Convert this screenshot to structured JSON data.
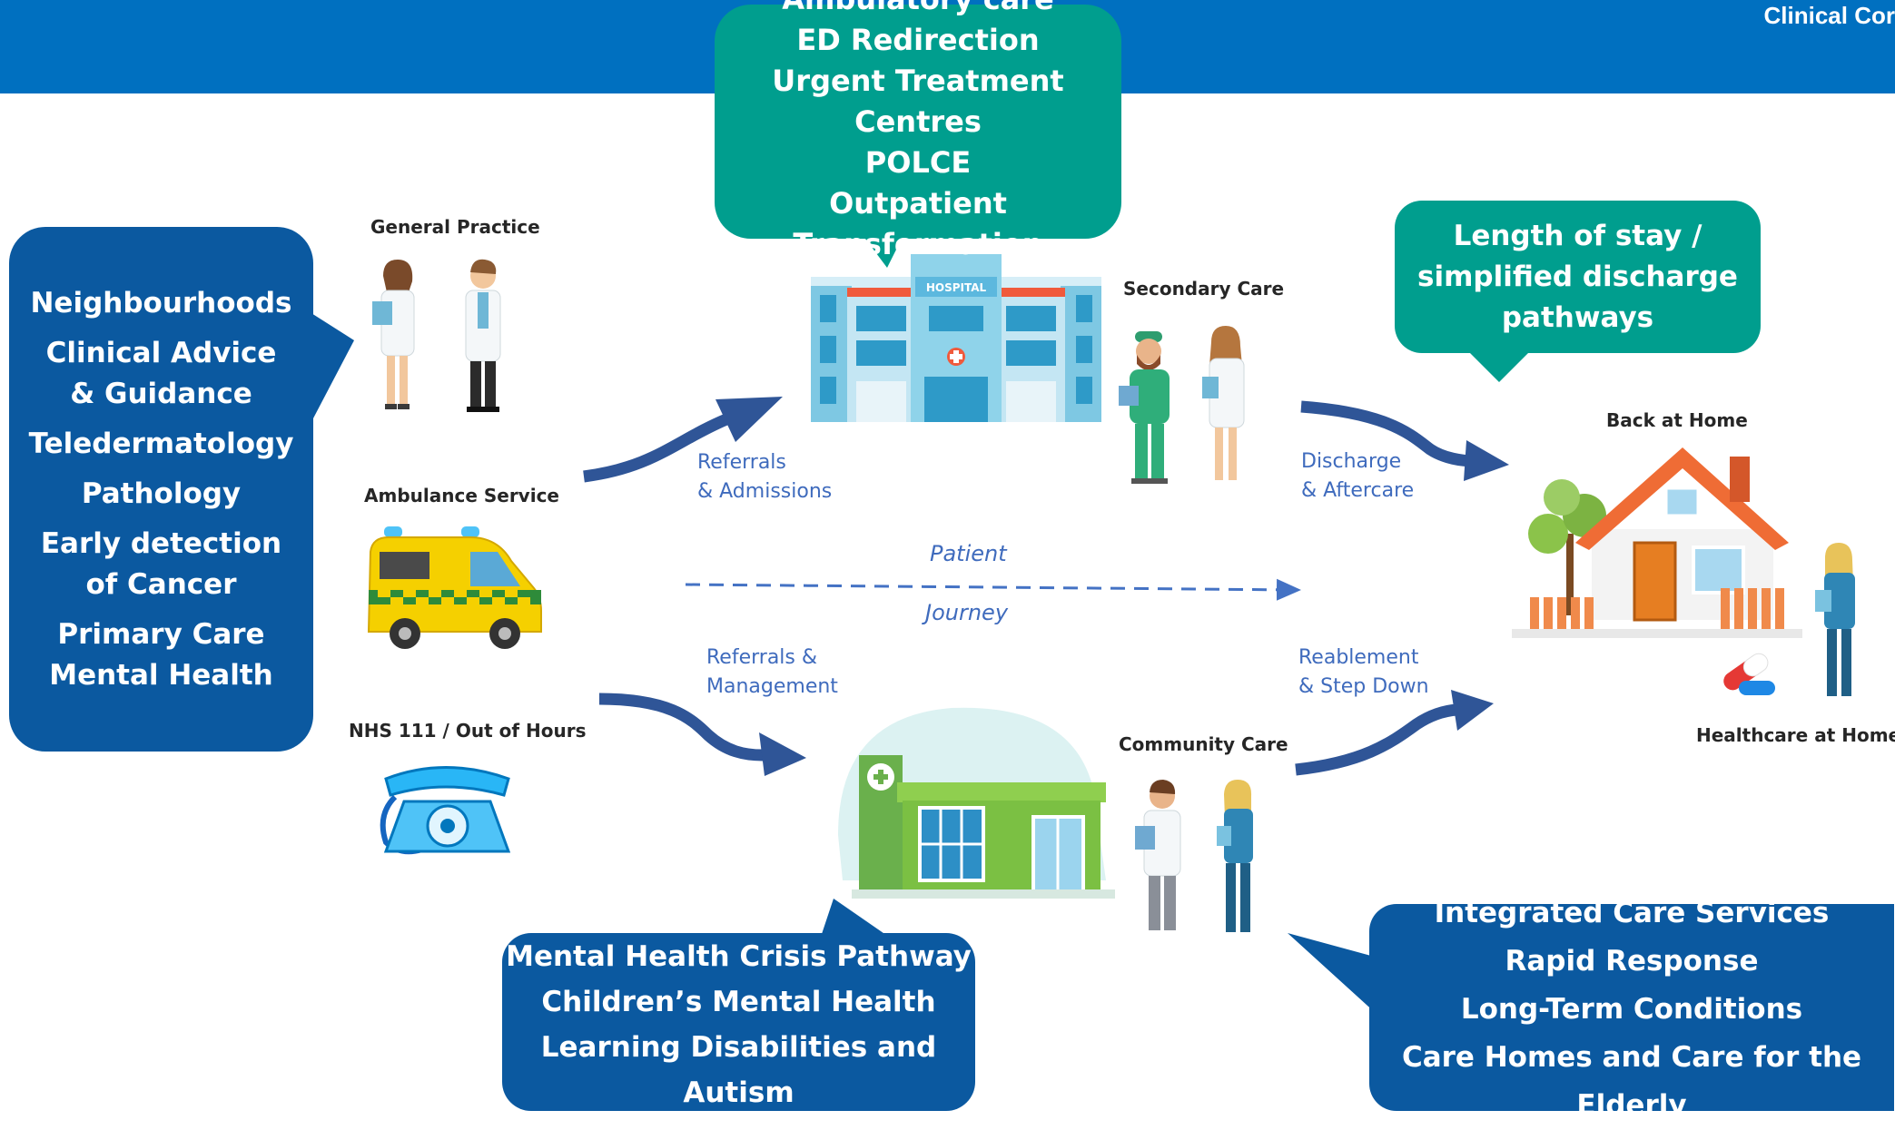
{
  "header": {
    "title": "Clinical Cor"
  },
  "bubbles": {
    "left": [
      "Neighbourhoods",
      "Clinical Advice & Guidance",
      "Teledermatology",
      "Pathology",
      "Early detection of Cancer",
      "Primary Care Mental Health"
    ],
    "top": [
      "Ambulatory care",
      "ED Redirection",
      "Urgent Treatment Centres",
      "POLCE",
      "Outpatient Transformation"
    ],
    "right_top": [
      "Length of stay /",
      "simplified discharge",
      "pathways"
    ],
    "bottom_center": [
      "Mental Health Crisis Pathway",
      "Children’s Mental Health",
      "Learning Disabilities and Autism"
    ],
    "bottom_right": [
      "Integrated Care Services",
      "Rapid Response",
      "Long-Term Conditions",
      "Care Homes and Care for the Elderly"
    ]
  },
  "nodes": {
    "general_practice": "General Practice",
    "ambulance_service": "Ambulance Service",
    "nhs111": "NHS 111 / Out of Hours",
    "secondary_care": "Secondary Care",
    "community_care": "Community Care",
    "back_at_home": "Back at Home",
    "healthcare_at_home": "Healthcare at Home",
    "hospital_sign": "HOSPITAL"
  },
  "flows": {
    "referrals_admissions": [
      "Referrals",
      "& Admissions"
    ],
    "referrals_management": [
      "Referrals &",
      "Management"
    ],
    "discharge_aftercare": [
      "Discharge",
      "& Aftercare"
    ],
    "reablement_stepdown": [
      "Reablement",
      "& Step Down"
    ],
    "patient": "Patient",
    "journey": "Journey"
  },
  "colors": {
    "header": "#0070c0",
    "teal": "#009e8e",
    "navy": "#0b59a0",
    "arrow": "#2f5597",
    "flow_text": "#3f6bbd"
  }
}
